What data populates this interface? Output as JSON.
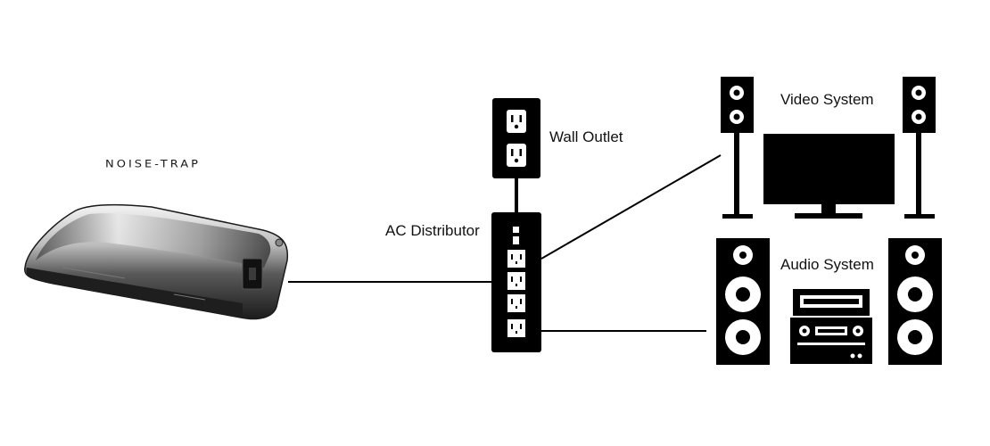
{
  "brand": {
    "name": "NOISE-TRAP"
  },
  "labels": {
    "wall_outlet": "Wall Outlet",
    "ac_distributor": "AC Distributor",
    "video_system": "Video System",
    "audio_system": "Audio System"
  },
  "colors": {
    "ink": "#000000",
    "background": "#ffffff",
    "device_body": "#2b2b2b",
    "device_highlight": "#d9d9d9"
  }
}
